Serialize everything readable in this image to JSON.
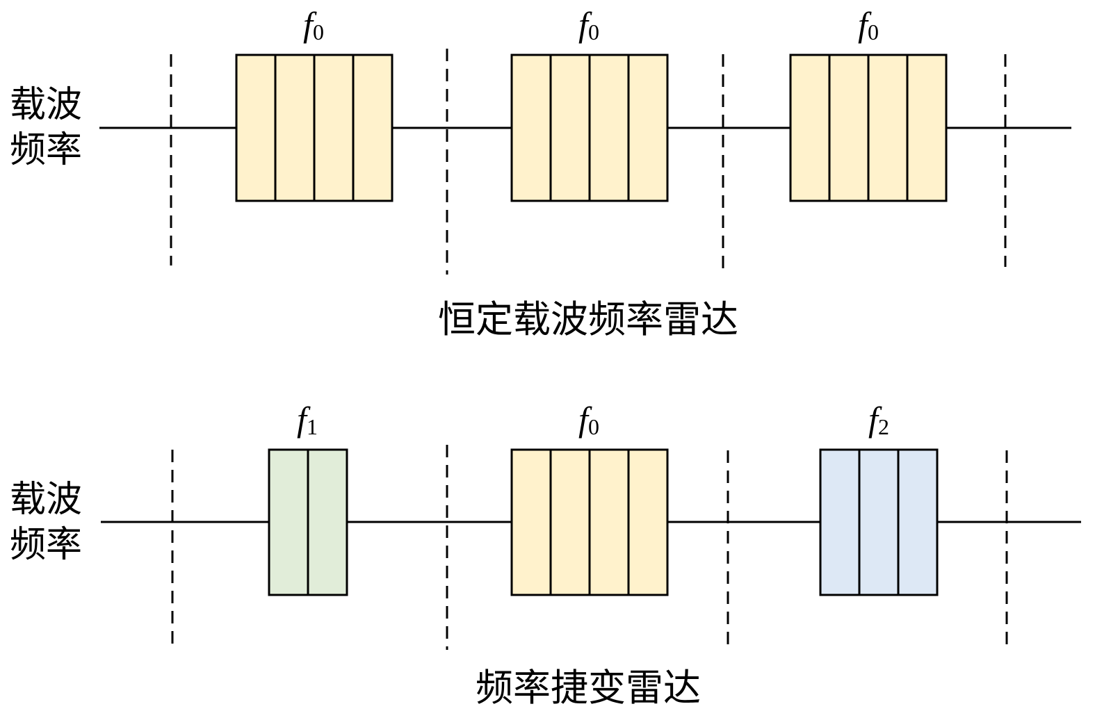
{
  "diagram": {
    "panels": [
      {
        "id": "constant",
        "y_label_lines": [
          "载波",
          "频率"
        ],
        "caption": "恒定载波频率雷达",
        "pulses": [
          {
            "freq_symbol": "f",
            "freq_subscript": "0",
            "cells": 4,
            "color": "#FFF2CC"
          },
          {
            "freq_symbol": "f",
            "freq_subscript": "0",
            "cells": 4,
            "color": "#FFF2CC"
          },
          {
            "freq_symbol": "f",
            "freq_subscript": "0",
            "cells": 4,
            "color": "#FFF2CC"
          }
        ]
      },
      {
        "id": "agile",
        "y_label_lines": [
          "载波",
          "频率"
        ],
        "caption": "频率捷变雷达",
        "pulses": [
          {
            "freq_symbol": "f",
            "freq_subscript": "1",
            "cells": 2,
            "color": "#E1EDD9"
          },
          {
            "freq_symbol": "f",
            "freq_subscript": "0",
            "cells": 4,
            "color": "#FFF2CC"
          },
          {
            "freq_symbol": "f",
            "freq_subscript": "2",
            "cells": 3,
            "color": "#DDE8F5"
          }
        ]
      }
    ]
  }
}
